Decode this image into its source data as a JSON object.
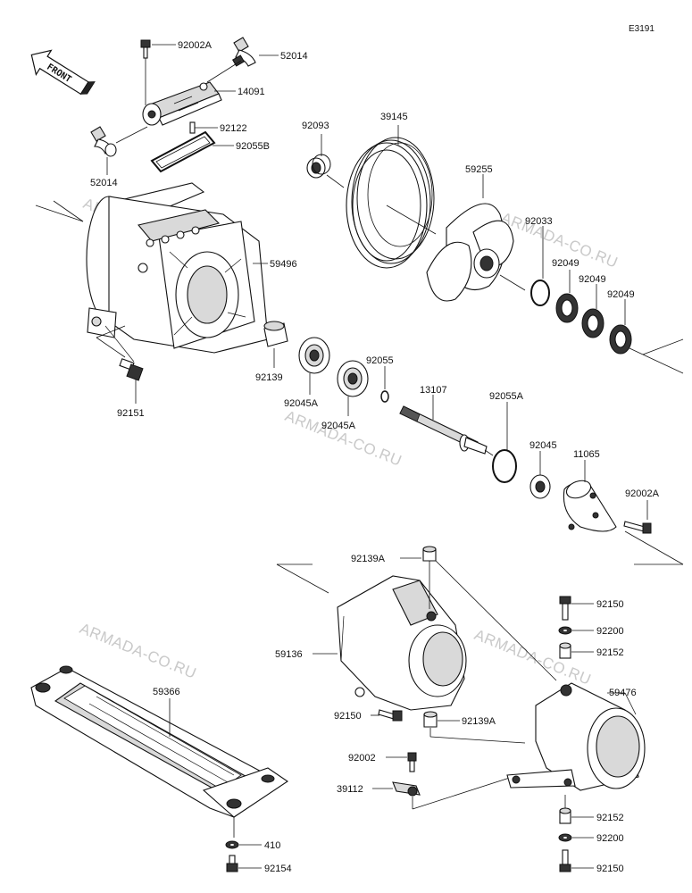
{
  "diagram_code": "E3191",
  "front_label": "FRONT",
  "watermark_text": "ARMADA-CO.RU",
  "parts": {
    "p92002A_top": "92002A",
    "p52014_top": "52014",
    "p14091": "14091",
    "p92122": "92122",
    "p92055B": "92055B",
    "p52014_left": "52014",
    "p59496": "59496",
    "p92151": "92151",
    "p92093": "92093",
    "p39145": "39145",
    "p59255": "59255",
    "p92033": "92033",
    "p92049_a": "92049",
    "p92049_b": "92049",
    "p92049_c": "92049",
    "p92139": "92139",
    "p92045A_a": "92045A",
    "p92055": "92055",
    "p92045A_b": "92045A",
    "p13107": "13107",
    "p92055A": "92055A",
    "p92045": "92045",
    "p11065": "11065",
    "p92002A_right": "92002A",
    "p92139A_top": "92139A",
    "p59136": "59136",
    "p92150_mid": "92150",
    "p92139A_bottom": "92139A",
    "p92002": "92002",
    "p39112": "39112",
    "p59366": "59366",
    "p410": "410",
    "p92154": "92154",
    "p92150_top": "92150",
    "p92200_top": "92200",
    "p92152_top": "92152",
    "p59476": "59476",
    "p92152_bottom": "92152",
    "p92200_bottom": "92200",
    "p92150_bottom": "92150"
  }
}
